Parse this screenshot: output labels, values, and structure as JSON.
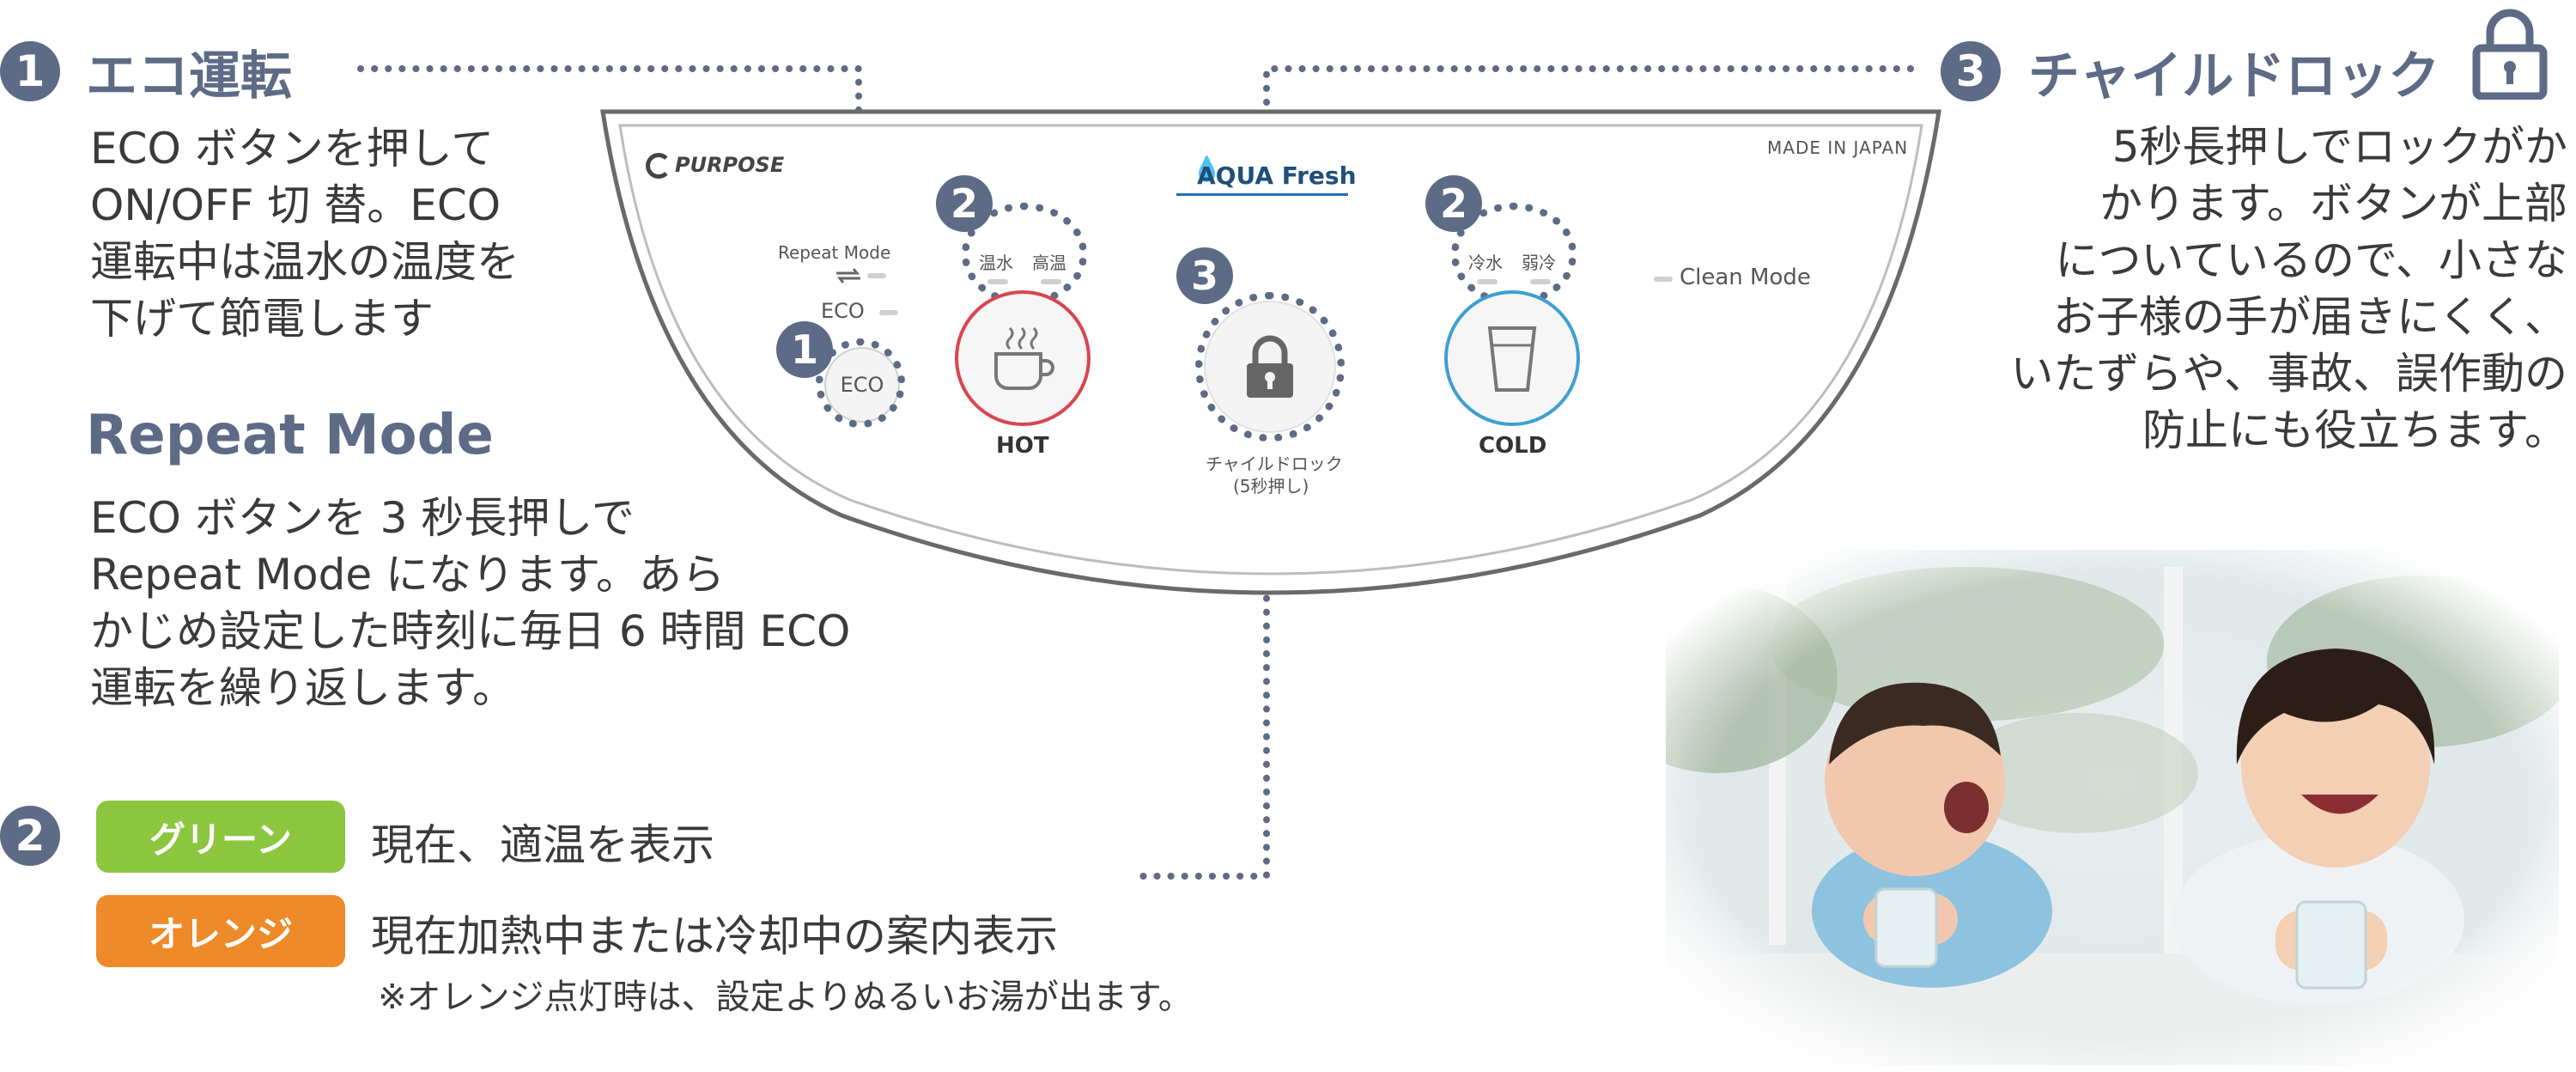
{
  "left": {
    "eco": {
      "badge": "1",
      "title": "エコ運転",
      "lines": [
        "ECO ボタンを押して",
        "ON/OFF 切 替。ECO",
        "運転中は温水の温度を",
        "下げて節電します"
      ]
    },
    "repeat": {
      "title": "Repeat Mode",
      "lines": [
        "ECO ボタンを 3 秒長押しで",
        "Repeat Mode になります。あら",
        "かじめ設定した時刻に毎日 6 時間 ECO",
        "運転を繰り返します。"
      ]
    }
  },
  "legend": {
    "badge": "2",
    "green_label": "グリーン",
    "green_text": "現在、適温を表示",
    "orange_label": "オレンジ",
    "orange_text": "現在加熱中または冷却中の案内表示",
    "note": "※オレンジ点灯時は、設定よりぬるいお湯が出ます。"
  },
  "right": {
    "badge": "3",
    "title": "チャイルドロック",
    "lines": [
      "5秒長押しでロックがか",
      "かります。ボタンが上部",
      "についているので、小さな",
      "お子様の手が届きにくく、",
      "いたずらや、事故、誤作動の",
      "防止にも役立ちます。"
    ]
  },
  "panel": {
    "brand": "PURPOSE",
    "logo": "AQUA Fresh",
    "made_in": "MADE IN JAPAN",
    "repeat_mode": "Repeat Mode",
    "eco_indicator": "ECO",
    "eco_button": "ECO",
    "hot_labels": [
      "温水",
      "高温"
    ],
    "hot_button": "HOT",
    "lock_caption_1": "チャイルドロック",
    "lock_caption_2": "(5秒押し)",
    "cold_labels": [
      "冷水",
      "弱冷"
    ],
    "cold_button": "COLD",
    "clean_mode": "Clean Mode",
    "badges": [
      "1",
      "2",
      "3",
      "2"
    ]
  },
  "colors": {
    "accent": "#5e6b86",
    "green": "#8cc63f",
    "orange": "#ef8a2a",
    "hot_ring": "#d9454f",
    "cold_ring": "#3f9fd1"
  }
}
